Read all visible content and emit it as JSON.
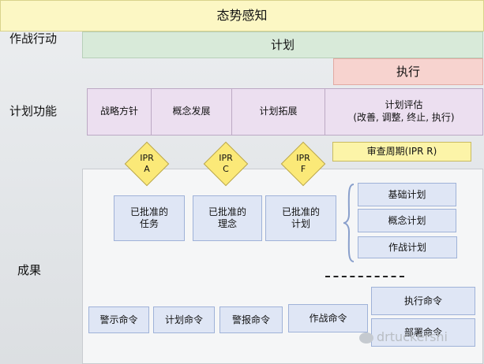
{
  "bands": {
    "situational_awareness": "态势感知",
    "plan": "计划",
    "execute": "执行"
  },
  "row_labels": {
    "operations": "作战行动",
    "plan_functions": "计划功能",
    "outcomes": "成果"
  },
  "functions": {
    "strategy": "战略方针",
    "concept": "概念发展",
    "plan_dev": "计划拓展",
    "assessment_title": "计划评估",
    "assessment_detail": "(改善, 调整, 终止, 执行)"
  },
  "ipr_review": "审查周期(IPR R)",
  "ipr": [
    {
      "line1": "IPR",
      "line2": "A"
    },
    {
      "line1": "IPR",
      "line2": "C"
    },
    {
      "line1": "IPR",
      "line2": "F"
    }
  ],
  "approved": [
    {
      "line1": "已批准的",
      "line2": "任务"
    },
    {
      "line1": "已批准的",
      "line2": "理念"
    },
    {
      "line1": "已批准的",
      "line2": "计划"
    }
  ],
  "plan_levels": [
    "基础计划",
    "概念计划",
    "作战计划"
  ],
  "orders": {
    "warning": "警示命令",
    "planning": "计划命令",
    "alert": "警报命令",
    "operation": "作战命令",
    "execute": "执行命令",
    "deploy": "部署命令"
  },
  "watermark": "drtuckershi"
}
